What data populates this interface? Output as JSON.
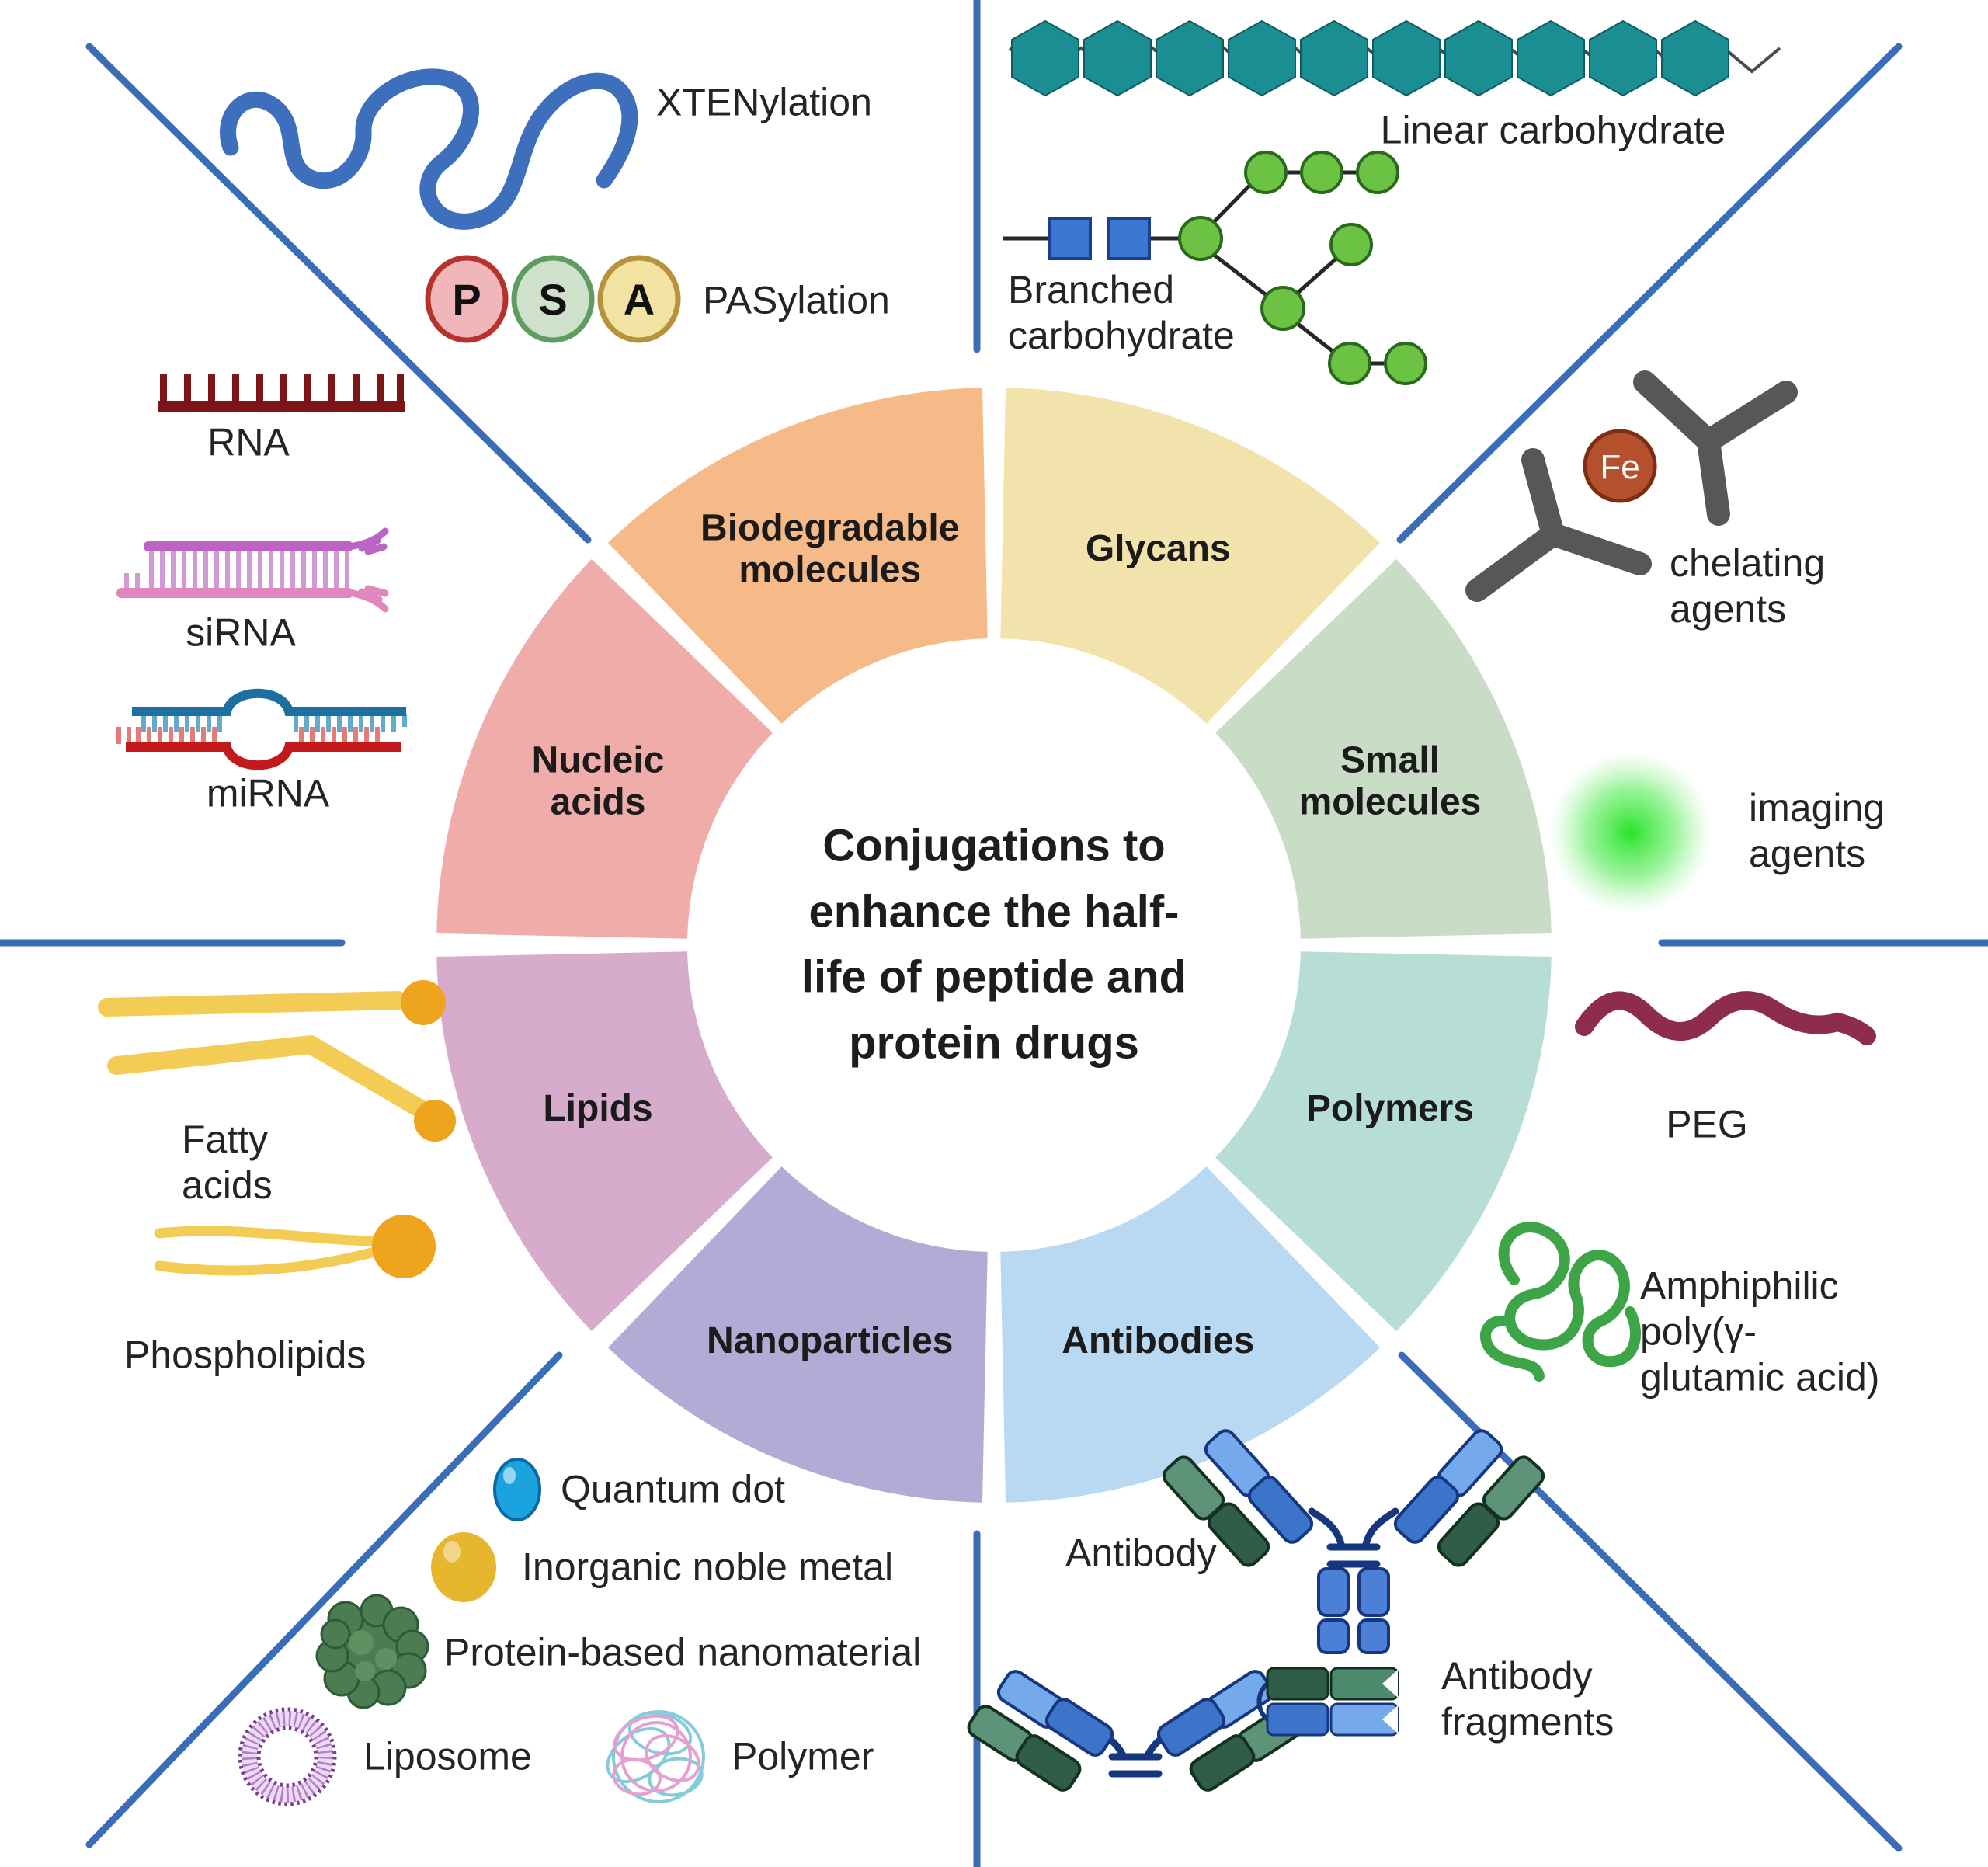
{
  "figure": {
    "center_title": "Conjugations to\nenhance the half-\nlife of peptide and\nprotein drugs"
  },
  "donut": {
    "segments": [
      {
        "label": "Glycans",
        "color": "#f2e3ac"
      },
      {
        "label": "Small\nmolecules",
        "color": "#c9dcc5"
      },
      {
        "label": "Polymers",
        "color": "#b7ded6"
      },
      {
        "label": "Antibodies",
        "color": "#b9d8f1"
      },
      {
        "label": "Nanoparticles",
        "color": "#b2abd6"
      },
      {
        "label": "Lipids",
        "color": "#d7abcb"
      },
      {
        "label": "Nucleic\nacids",
        "color": "#efaca8"
      },
      {
        "label": "Biodegradable\nmolecules",
        "color": "#f5ba88"
      }
    ]
  },
  "annotations": {
    "xtenylation": {
      "label": "XTENylation"
    },
    "pasylation": {
      "label": "PASylation",
      "letters": [
        "P",
        "S",
        "A"
      ]
    },
    "rna": {
      "label": "RNA"
    },
    "sirna": {
      "label": "siRNA"
    },
    "mirna": {
      "label": "miRNA"
    },
    "linear_carbohydrate": {
      "label": "Linear carbohydrate"
    },
    "branched_carbohydrate": {
      "label": "Branched\ncarbohydrate"
    },
    "chelating_agents": {
      "label": "chelating\nagents"
    },
    "fe": {
      "label": "Fe"
    },
    "imaging_agents": {
      "label": "imaging\nagents"
    },
    "peg": {
      "label": "PEG"
    },
    "amphiphilic": {
      "label": "Amphiphilic\npoly(γ-\nglutamic acid)"
    },
    "fatty_acids": {
      "label": "Fatty\nacids"
    },
    "phospholipids": {
      "label": "Phospholipids"
    },
    "quantum_dot": {
      "label": "Quantum dot"
    },
    "inorganic_noble_metal": {
      "label": "Inorganic noble metal"
    },
    "protein_nanomaterial": {
      "label": "Protein-based nanomaterial"
    },
    "liposome": {
      "label": "Liposome"
    },
    "polymer": {
      "label": "Polymer"
    },
    "antibody": {
      "label": "Antibody"
    },
    "antibody_fragments": {
      "label": "Antibody\nfragments"
    }
  },
  "palette": {
    "divider": "#3a6cb8",
    "xten-blue": "#3e6fbd",
    "pas-p-fill": "#f0b6ba",
    "pas-p-stroke": "#b5332c",
    "pas-s-fill": "#cfe0cb",
    "pas-s-stroke": "#5f9c62",
    "pas-a-fill": "#f2e3a2",
    "pas-a-stroke": "#b8913c",
    "rna-red": "#7d1416",
    "sirna-top": "#bb64c3",
    "sirna-teeth": "#d39bd6",
    "sirna-bottom": "#e287bd",
    "mirna-top": "#1d6fa0",
    "mirna-teeth-top": "#63aacb",
    "mirna-bottom": "#c2191d",
    "mirna-teeth-bottom": "#e57b76",
    "carb-teal": "#1b8e93",
    "carb-teal-stroke": "#0d5c60",
    "carb-zigzag": "#4a4a4a",
    "glycan-square": "#3a76d2",
    "glycan-square-stroke": "#1e3f8e",
    "glycan-circle": "#6cc242",
    "glycan-circle-stroke": "#2a6a1c",
    "chelator-gray": "#575757",
    "fe-fill": "#b5502d",
    "fe-stroke": "#7c2d12",
    "imaging-green": "#1ee21e",
    "peg-maroon": "#8e2c4e",
    "amphiphilic-green": "#3da447",
    "fatty-yellow": "#f3cc55",
    "fatty-orange": "#efa41d",
    "qd-blue": "#1ba3df",
    "qd-stroke": "#0b6ba0",
    "gold": "#e6b62c",
    "protein-green": "#4c7d52",
    "protein-green-dark": "#2e5a35",
    "protein-green-light": "#5d9162",
    "liposome-purple": "#7d3b96",
    "liposome-band": "#ecd9f5",
    "polymer-pink": "#e59fd2",
    "polymer-teal": "#85ccd8",
    "ab-blue-light": "#74a9ec",
    "ab-blue-mid": "#3b74c8",
    "ab-blue-stem": "#4b80d6",
    "ab-green-light": "#5d9378",
    "ab-green-dark": "#2f5d49",
    "ab-navy": "#16377f"
  }
}
